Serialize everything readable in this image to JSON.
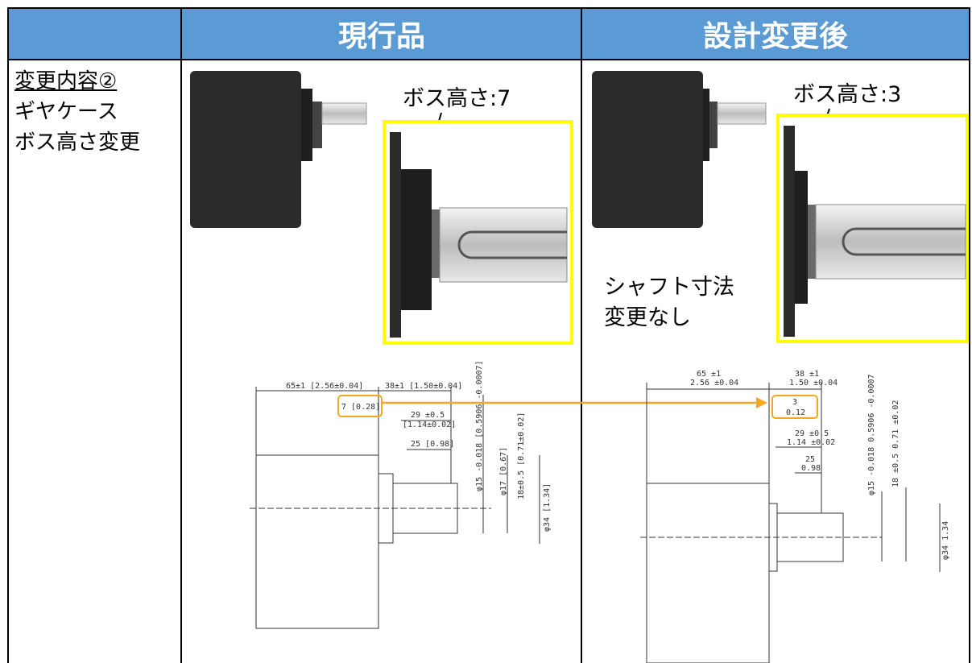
{
  "header": {
    "current_label": "現行品",
    "new_label": "設計変更後"
  },
  "change": {
    "title": "変更内容②",
    "line1": "ギヤケース",
    "line2": "ボス高さ変更"
  },
  "current": {
    "boss_callout": "ボス高さ:7",
    "dims": {
      "overall": "65±1 [2.56±0.04]",
      "shaft_len": "38±1 [1.50±0.04]",
      "boss": "7 [0.28]",
      "d29": "29 ±0.5",
      "d29b": "[1.14±0.02]",
      "d25": "25 [0.98]",
      "dia15": "φ15 -0.018 [0.5906 -0.0007]",
      "dia17": "φ17 [0.67]",
      "d18": "18±0.5 [0.71±0.02]",
      "dia34": "φ34 [1.34]"
    }
  },
  "new": {
    "boss_callout": "ボス高さ:3",
    "shaft_note_line1": "シャフト寸法",
    "shaft_note_line2": "変更なし",
    "dims": {
      "overall_a": "65 ±1",
      "overall_b": "2.56 ±0.04",
      "shaft_a": "38 ±1",
      "shaft_b": "1.50 ±0.04",
      "boss_a": "3",
      "boss_b": "0.12",
      "d29_a": "29 ±0.5",
      "d29_b": "1.14 ±0.02",
      "d25_a": "25",
      "d25_b": "0.98",
      "dia15": "φ15 -0.018 0.5906 -0.0007",
      "d18": "18 ±0.5 0.71 ±0.02",
      "dia34": "φ34 1.34"
    }
  },
  "colors": {
    "header_bg": "#5b9bd5",
    "highlight_yellow": "#ffff00",
    "arrow_orange": "#f5a623"
  }
}
